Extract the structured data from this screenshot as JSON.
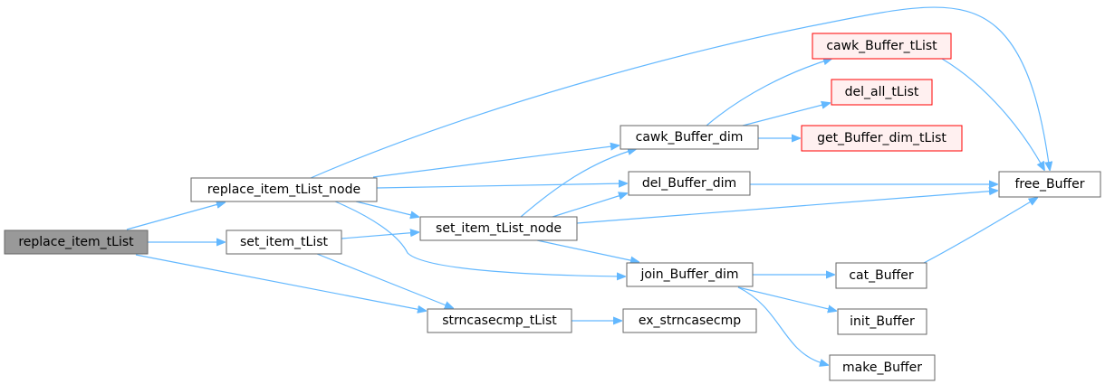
{
  "colors": {
    "edge": "#63b8ff",
    "box_default_fill": "#ffffff",
    "box_default_stroke": "#666666",
    "box_root_fill": "#999999",
    "box_root_stroke": "#666666",
    "box_red_fill": "#fff0f0",
    "box_red_stroke": "#ff0000"
  },
  "nodes": {
    "replace_item_tList": {
      "label": "replace_item_tList",
      "style": "root"
    },
    "replace_item_tList_node": {
      "label": "replace_item_tList_node",
      "style": "default"
    },
    "set_item_tList": {
      "label": "set_item_tList",
      "style": "default"
    },
    "set_item_tList_node": {
      "label": "set_item_tList_node",
      "style": "default"
    },
    "strncasecmp_tList": {
      "label": "strncasecmp_tList",
      "style": "default"
    },
    "cawk_Buffer_dim": {
      "label": "cawk_Buffer_dim",
      "style": "default"
    },
    "del_Buffer_dim": {
      "label": "del_Buffer_dim",
      "style": "default"
    },
    "join_Buffer_dim": {
      "label": "join_Buffer_dim",
      "style": "default"
    },
    "ex_strncasecmp": {
      "label": "ex_strncasecmp",
      "style": "default"
    },
    "cawk_Buffer_tList": {
      "label": "cawk_Buffer_tList",
      "style": "red"
    },
    "del_all_tList": {
      "label": "del_all_tList",
      "style": "red"
    },
    "get_Buffer_dim_tList": {
      "label": "get_Buffer_dim_tList",
      "style": "red"
    },
    "cat_Buffer": {
      "label": "cat_Buffer",
      "style": "default"
    },
    "init_Buffer": {
      "label": "init_Buffer",
      "style": "default"
    },
    "make_Buffer": {
      "label": "make_Buffer",
      "style": "default"
    },
    "free_Buffer": {
      "label": "free_Buffer",
      "style": "default"
    }
  },
  "edges": [
    {
      "from": "replace_item_tList",
      "to": "replace_item_tList_node"
    },
    {
      "from": "replace_item_tList",
      "to": "set_item_tList"
    },
    {
      "from": "replace_item_tList",
      "to": "strncasecmp_tList"
    },
    {
      "from": "replace_item_tList_node",
      "to": "free_Buffer"
    },
    {
      "from": "replace_item_tList_node",
      "to": "cawk_Buffer_dim"
    },
    {
      "from": "replace_item_tList_node",
      "to": "del_Buffer_dim"
    },
    {
      "from": "replace_item_tList_node",
      "to": "set_item_tList_node"
    },
    {
      "from": "replace_item_tList_node",
      "to": "join_Buffer_dim"
    },
    {
      "from": "set_item_tList",
      "to": "set_item_tList_node"
    },
    {
      "from": "set_item_tList",
      "to": "strncasecmp_tList"
    },
    {
      "from": "set_item_tList_node",
      "to": "cawk_Buffer_dim"
    },
    {
      "from": "set_item_tList_node",
      "to": "del_Buffer_dim"
    },
    {
      "from": "set_item_tList_node",
      "to": "free_Buffer"
    },
    {
      "from": "set_item_tList_node",
      "to": "join_Buffer_dim"
    },
    {
      "from": "strncasecmp_tList",
      "to": "ex_strncasecmp"
    },
    {
      "from": "cawk_Buffer_dim",
      "to": "cawk_Buffer_tList"
    },
    {
      "from": "cawk_Buffer_dim",
      "to": "del_all_tList"
    },
    {
      "from": "cawk_Buffer_dim",
      "to": "get_Buffer_dim_tList"
    },
    {
      "from": "cawk_Buffer_tList",
      "to": "free_Buffer"
    },
    {
      "from": "del_Buffer_dim",
      "to": "free_Buffer"
    },
    {
      "from": "join_Buffer_dim",
      "to": "cat_Buffer"
    },
    {
      "from": "join_Buffer_dim",
      "to": "init_Buffer"
    },
    {
      "from": "join_Buffer_dim",
      "to": "make_Buffer"
    },
    {
      "from": "cat_Buffer",
      "to": "free_Buffer"
    }
  ]
}
